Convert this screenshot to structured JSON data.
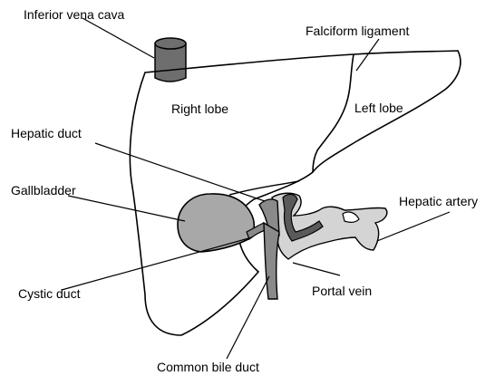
{
  "colors": {
    "background": "#ffffff",
    "outline": "#000000",
    "vena_cava": "#6e6e6e",
    "gallbladder": "#a8a8a8",
    "duct": "#8a8a8a",
    "portal_vein": "#d4d4d4",
    "artery": "#5a5a5a"
  },
  "labels": {
    "inferior_vena_cava": "Inferior vena cava",
    "falciform_ligament": "Falciform ligament",
    "right_lobe": "Right lobe",
    "left_lobe": "Left lobe",
    "hepatic_duct": "Hepatic duct",
    "gallbladder": "Gallbladder",
    "hepatic_artery": "Hepatic artery",
    "cystic_duct": "Cystic duct",
    "portal_vein": "Portal vein",
    "common_bile_duct": "Common bile duct"
  }
}
